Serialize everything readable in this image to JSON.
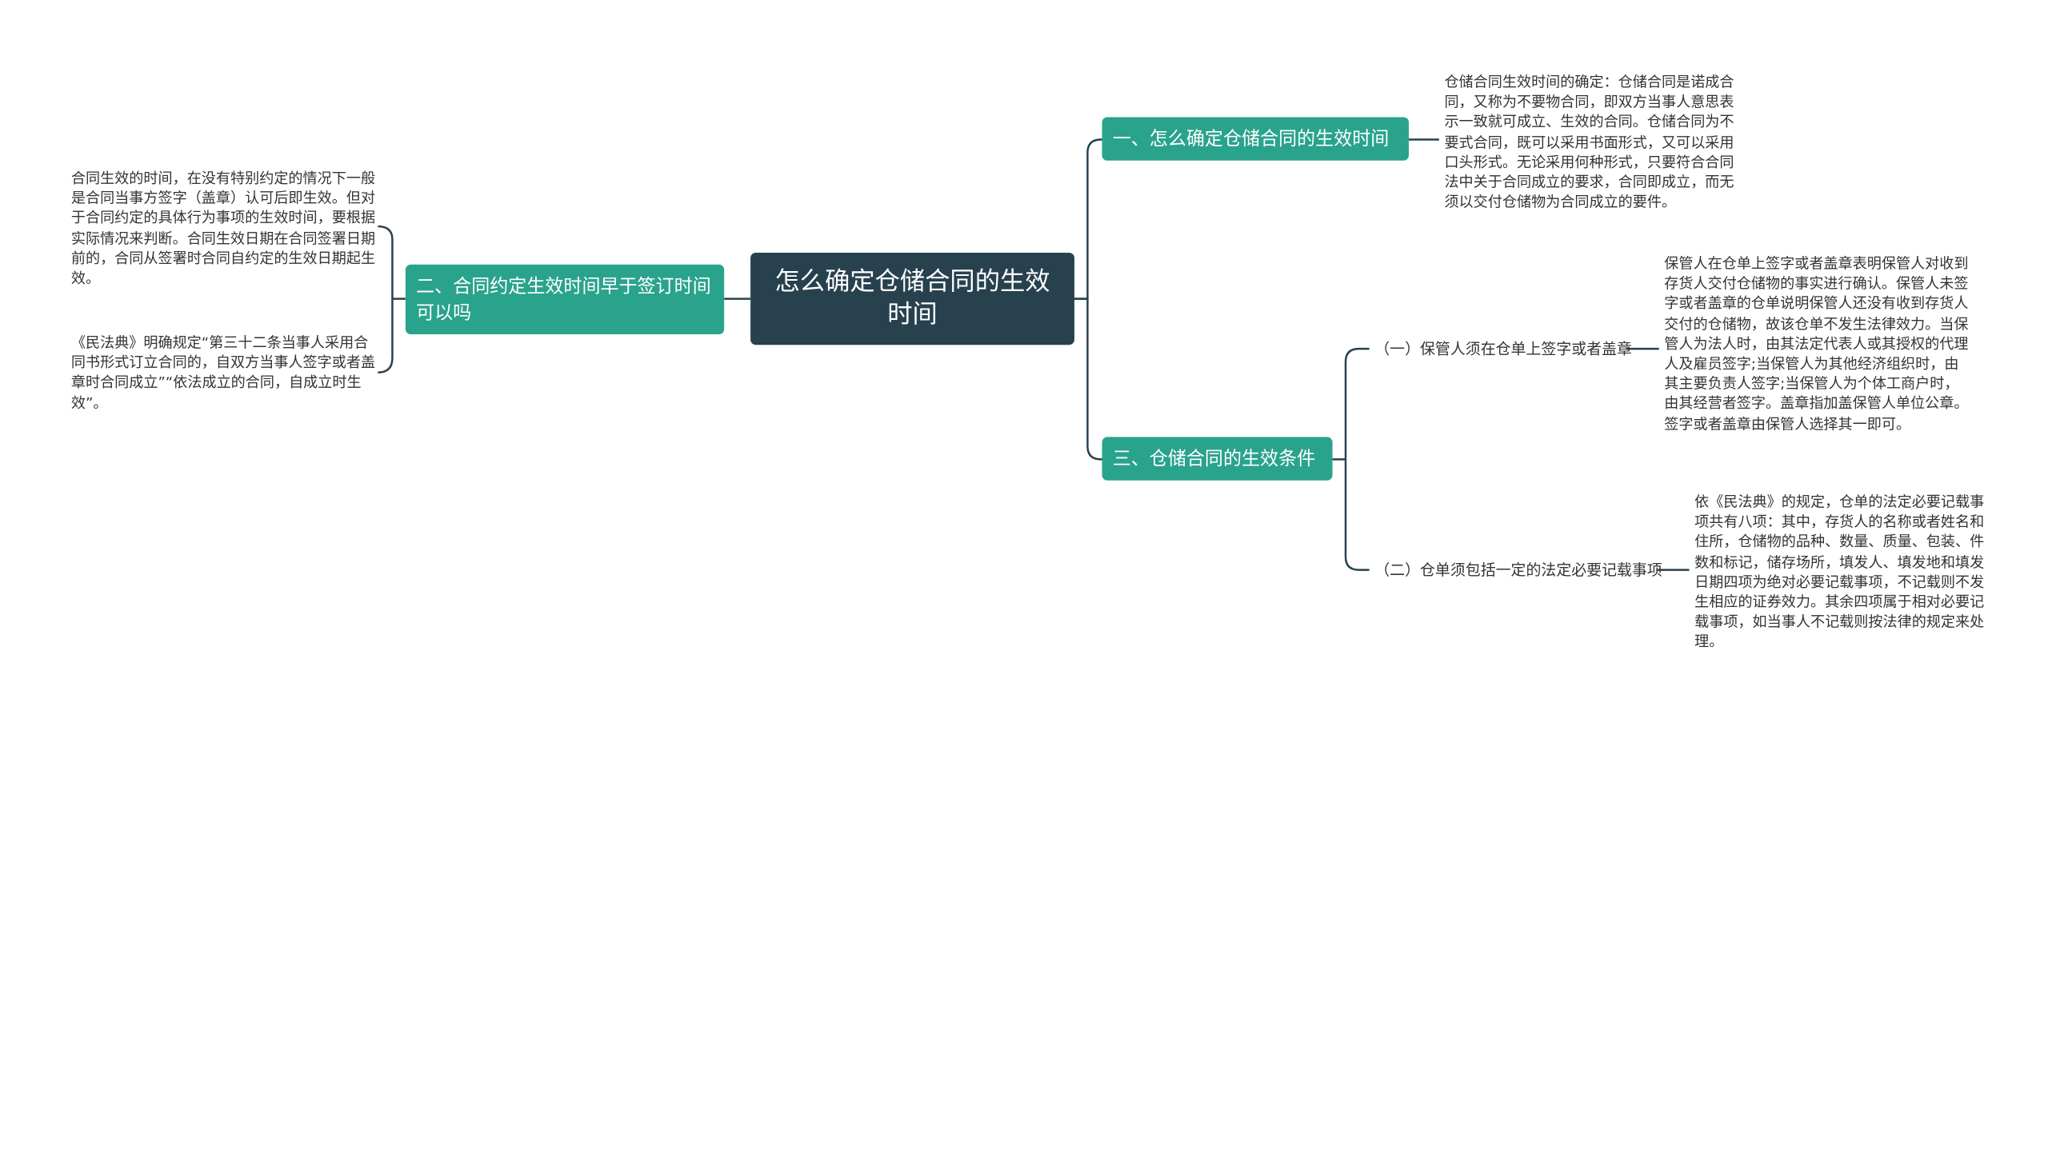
{
  "root": {
    "title": "怎么确定仓储合同的生效时间"
  },
  "branches": [
    {
      "label": "一、怎么确定仓储合同的生效时间",
      "text": "仓储合同生效时间的确定：仓储合同是诺成合同，又称为不要物合同，即双方当事人意思表示一致就可成立、生效的合同。仓储合同为不要式合同，既可以采用书面形式，又可以采用口头形式。无论采用何种形式，只要符合合同法中关于合同成立的要求，合同即成立，而无须以交付仓储物为合同成立的要件。"
    },
    {
      "label": "二、合同约定生效时间早于签订时间可以吗",
      "texts": [
        "合同生效的时间，在没有特别约定的情况下一般是合同当事方签字（盖章）认可后即生效。但对于合同约定的具体行为事项的生效时间，要根据实际情况来判断。合同生效日期在合同签署日期前的，合同从签署时合同自约定的生效日期起生效。",
        "《民法典》明确规定“第三十二条当事人采用合同书形式订立合同的，自双方当事人签字或者盖章时合同成立”“依法成立的合同，自成立时生效”。"
      ]
    },
    {
      "label": "三、仓储合同的生效条件",
      "children": [
        {
          "label": "（一）保管人须在仓单上签字或者盖章",
          "text": "保管人在仓单上签字或者盖章表明保管人对收到存货人交付仓储物的事实进行确认。保管人未签字或者盖章的仓单说明保管人还没有收到存货人交付的仓储物，故该仓单不发生法律效力。当保管人为法人时，由其法定代表人或其授权的代理人及雇员签字;当保管人为其他经济组织时，由其主要负责人签字;当保管人为个体工商户时，由其经营者签字。盖章指加盖保管人单位公章。签字或者盖章由保管人选择其一即可。"
        },
        {
          "label": "（二）仓单须包括一定的法定必要记载事项",
          "text": "依《民法典》的规定，仓单的法定必要记载事项共有八项：其中，存货人的名称或者姓名和住所，仓储物的品种、数量、质量、包装、件数和标记，储存场所，填发人、填发地和填发日期四项为绝对必要记载事项，不记载则不发生相应的证券效力。其余四项属于相对必要记载事项，如当事人不记载则按法律的规定来处理。"
        }
      ]
    }
  ],
  "colors": {
    "root": "#28414f",
    "branch": "#2aa38c",
    "line": "#28414f",
    "text": "#333333"
  }
}
